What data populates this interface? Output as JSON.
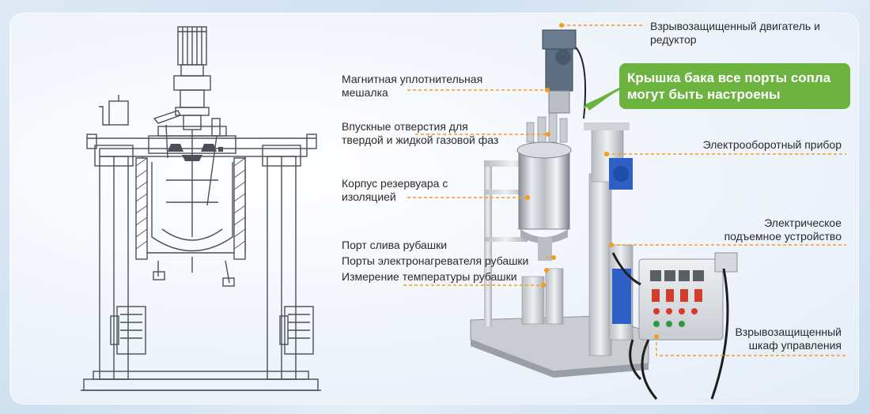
{
  "labels": {
    "motor": [
      "Взрывозащищенный двигатель и",
      "редуктор"
    ],
    "stirrer": [
      "Магнитная уплотнительная",
      "мешалка"
    ],
    "inlets": [
      "Впускные отверстия для",
      "твердой и жидкой газовой фаз"
    ],
    "body": [
      "Корпус резервуара с",
      "изоляцией"
    ],
    "drain": "Порт слива рубашки",
    "heater": "Порты электронагревателя рубашки",
    "temp": "Измерение температуры рубашки",
    "tacho": "Электрооборотный прибор",
    "lift": [
      "Электрическое",
      "подъемное устройство"
    ],
    "cabinet": [
      "Взрывозащищенный",
      "шкаф управления"
    ]
  },
  "callout": [
    "Крышка бака все порты сопла",
    "могут быть настроены"
  ],
  "colors": {
    "leader": "#f39c1f",
    "callout_bg": "#6db33f",
    "drawing": "#4a4f58"
  }
}
